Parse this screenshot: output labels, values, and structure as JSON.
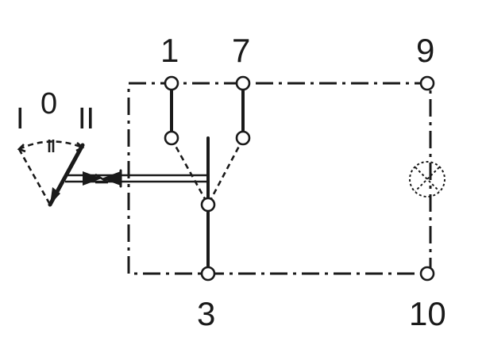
{
  "positions": {
    "pos1": "I",
    "pos0": "0",
    "pos2": "II"
  },
  "terminals": {
    "t1": "1",
    "t7": "7",
    "t9": "9",
    "t3": "3",
    "t10": "10"
  },
  "colors": {
    "ink": "#1a1a1a",
    "background": "#ffffff"
  }
}
